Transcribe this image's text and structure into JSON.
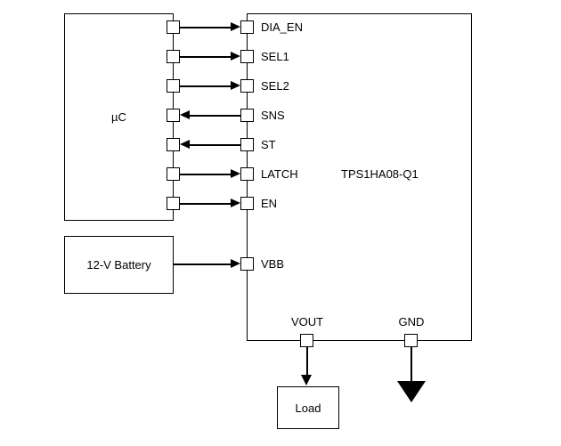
{
  "diagram": {
    "background": "#ffffff",
    "line_color": "#000000",
    "pin_fill": "#ffffff",
    "mcu": {
      "label": "µC"
    },
    "ic": {
      "label": "TPS1HA08-Q1"
    },
    "battery": {
      "label": "12-V Battery"
    },
    "load": {
      "label": "Load"
    },
    "signals": [
      {
        "label": "DIA_EN",
        "direction": "mcu-to-ic"
      },
      {
        "label": "SEL1",
        "direction": "mcu-to-ic"
      },
      {
        "label": "SEL2",
        "direction": "mcu-to-ic"
      },
      {
        "label": "SNS",
        "direction": "ic-to-mcu"
      },
      {
        "label": "ST",
        "direction": "ic-to-mcu"
      },
      {
        "label": "LATCH",
        "direction": "mcu-to-ic"
      },
      {
        "label": "EN",
        "direction": "mcu-to-ic"
      }
    ],
    "vbb": {
      "label": "VBB",
      "direction": "battery-to-ic"
    },
    "vout": {
      "label": "VOUT",
      "connects_to": "Load"
    },
    "gnd": {
      "label": "GND",
      "connects_to": "ground-symbol"
    }
  }
}
